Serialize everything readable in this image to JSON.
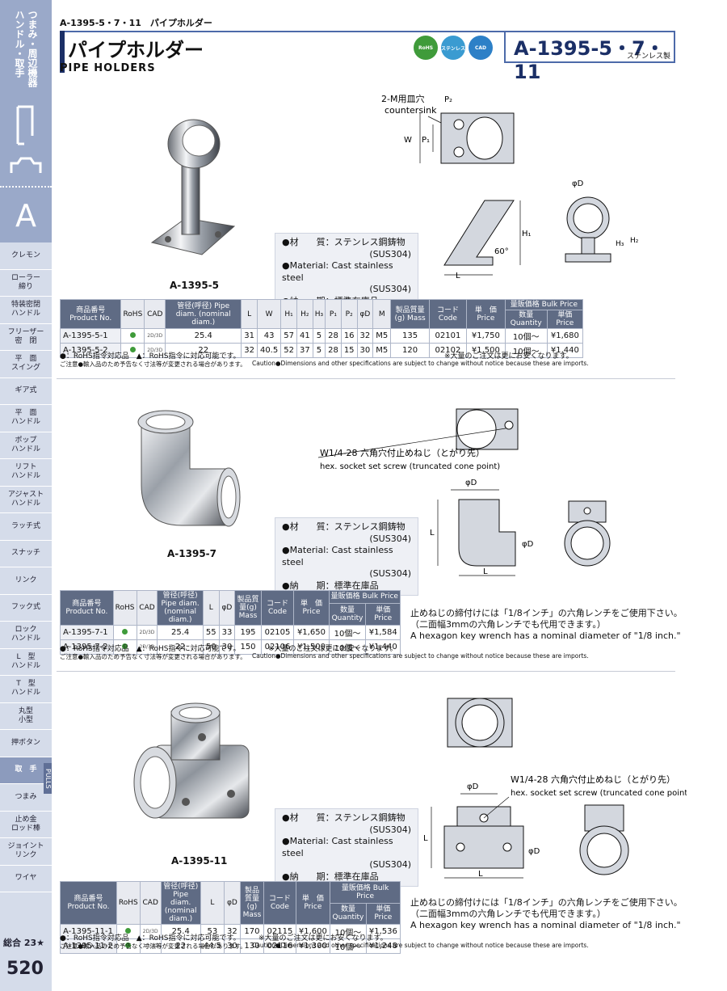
{
  "sidebar": {
    "category_col1": "ハンドル・取手",
    "category_col2": "つまみ・周辺機器",
    "alpha": "A",
    "items": [
      "クレモン",
      "ローラー\n締り",
      "特装密閉\nハンドル",
      "フリーザー\n密　閉",
      "平　面\nスイング",
      "ギア式",
      "平　面\nハンドル",
      "ポップ\nハンドル",
      "リフト\nハンドル",
      "アジャスト\nハンドル",
      "ラッチ式",
      "スナッチ",
      "リンク",
      "フック式",
      "ロック\nハンドル",
      "L　型\nハンドル",
      "T　型\nハンドル",
      "丸型\n小型",
      "押ボタン",
      "取　手",
      "つまみ",
      "止め金\nロッド棒",
      "ジョイント\nリンク",
      "ワイヤ"
    ],
    "active_item": "取　手",
    "pulls_label": "PULLS",
    "total": "総合 23★",
    "page": "520"
  },
  "header": {
    "breadcrumb": "A-1395-5・7・11　パイプホルダー",
    "title_jp": "パイプホルダー",
    "title_en": "PIPE HOLDERS",
    "badges": [
      "RoHS",
      "ステンレス",
      "CAD"
    ],
    "model": "A-1395-5・7・11",
    "material_note": "ステンレス製"
  },
  "sections": [
    {
      "photo_label": "A-1395-5",
      "spec": {
        "material_jp": "●材　　質：ステンレス鋼鋳物",
        "material_jp_sub": "(SUS304)",
        "material_en": "●Material: Cast stainless steel",
        "material_en_sub": "(SUS304)",
        "delivery": "●納　　期：標準在庫品"
      },
      "drawing": {
        "countersink_jp": "2-M用皿穴",
        "countersink_en": "countersink",
        "labels": [
          "P₂",
          "W",
          "P₁",
          "φD",
          "H₁",
          "H₂",
          "H₃",
          "L",
          "60°"
        ]
      },
      "table": {
        "headers": [
          "商品番号\nProduct No.",
          "RoHS",
          "CAD",
          "管径(呼径)\nPipe diam. (nominal diam.)",
          "L",
          "W",
          "H₁",
          "H₂",
          "H₃",
          "P₁",
          "P₂",
          "φD",
          "M",
          "製品質量(g)\nMass",
          "コード\nCode",
          "単　価\nPrice",
          "数量 Quantity",
          "単価 Price"
        ],
        "bulk_header": "量販価格 Bulk Price",
        "rows": [
          [
            "A-1395-5-1",
            "",
            "2D/3D",
            "25.4",
            "31",
            "43",
            "57",
            "41",
            "5",
            "28",
            "16",
            "32",
            "M5",
            "135",
            "02101",
            "¥1,750",
            "10個〜",
            "¥1,680"
          ],
          [
            "A-1395-5-2",
            "",
            "2D/3D",
            "22",
            "32",
            "40.5",
            "52",
            "37",
            "5",
            "28",
            "15",
            "30",
            "M5",
            "120",
            "02102",
            "¥1,500",
            "10個〜",
            "¥1,440"
          ]
        ]
      },
      "notes": {
        "legend": "●：RoHS指令対応品　▲：RoHS指令に対応可能です。",
        "bulk_note": "※大量のご注文は更にお安くなります。",
        "caution_jp": "ご注意●輸入品のため予告なく寸法等が変更される場合があります。",
        "caution_en": "Caution●Dimensions and other specifications are subject to change without notice because these are imports."
      }
    },
    {
      "photo_label": "A-1395-7",
      "spec": {
        "material_jp": "●材　　質：ステンレス鋼鋳物",
        "material_jp_sub": "(SUS304)",
        "material_en": "●Material: Cast stainless steel",
        "material_en_sub": "(SUS304)",
        "delivery": "●納　　期：標準在庫品"
      },
      "drawing": {
        "screw_jp": "W1/4-28 六角穴付止めねじ（とがり先）",
        "screw_en": "hex. socket set screw (truncated cone point)",
        "labels": [
          "φD",
          "L",
          "L",
          "φD"
        ]
      },
      "table": {
        "headers": [
          "商品番号\nProduct No.",
          "RoHS",
          "CAD",
          "管径(呼径)\nPipe diam. (nominal diam.)",
          "L",
          "φD",
          "製品質量(g)\nMass",
          "コード\nCode",
          "単　価\nPrice",
          "数量 Quantity",
          "単価 Price"
        ],
        "bulk_header": "量販価格 Bulk Price",
        "rows": [
          [
            "A-1395-7-1",
            "",
            "2D/3D",
            "25.4",
            "55",
            "33",
            "195",
            "02105",
            "¥1,650",
            "10個〜",
            "¥1,584"
          ],
          [
            "A-1395-7-2",
            "",
            "2D/3D",
            "22",
            "50",
            "30",
            "150",
            "02106",
            "¥1,500",
            "10個〜",
            "¥1,440"
          ]
        ]
      },
      "hex_note": {
        "jp1": "止めねじの締付けには「1/8インチ」の六角レンチをご使用下さい。",
        "jp2": "（二面幅3mmの六角レンチでも代用できます。）",
        "en": "A hexagon key wrench has a nominal diameter of \"1/8 inch.\""
      },
      "notes": {
        "legend": "●：RoHS指令対応品　▲：RoHS指令に対応可能です。",
        "bulk_note": "※大量のご注文は更にお安くなります。",
        "caution_jp": "ご注意●輸入品のため予告なく寸法等が変更される場合があります。",
        "caution_en": "Caution●Dimensions and other specifications are subject to change without notice because these are imports."
      }
    },
    {
      "photo_label": "A-1395-11",
      "spec": {
        "material_jp": "●材　　質：ステンレス鋼鋳物",
        "material_jp_sub": "(SUS304)",
        "material_en": "●Material: Cast stainless steel",
        "material_en_sub": "(SUS304)",
        "delivery": "●納　　期：標準在庫品"
      },
      "drawing": {
        "screw_jp": "W1/4-28 六角穴付止めねじ（とがり先）",
        "screw_en": "hex. socket set screw (truncated cone point)",
        "labels": [
          "φD",
          "L",
          "L",
          "φD"
        ]
      },
      "table": {
        "headers": [
          "商品番号\nProduct No.",
          "RoHS",
          "CAD",
          "管径(呼径)\nPipe diam. (nominal diam.)",
          "L",
          "φD",
          "製品質量(g)\nMass",
          "コード\nCode",
          "単　価\nPrice",
          "数量 Quantity",
          "単価 Price"
        ],
        "bulk_header": "量販価格 Bulk Price",
        "rows": [
          [
            "A-1395-11-1",
            "",
            "2D/3D",
            "25.4",
            "53",
            "32",
            "170",
            "02115",
            "¥1,600",
            "10個〜",
            "¥1,536"
          ],
          [
            "A-1395-11-2",
            "",
            "2D/3D",
            "22",
            "44.5",
            "30",
            "130",
            "02116",
            "¥1,300",
            "10個〜",
            "¥1,248"
          ]
        ]
      },
      "hex_note": {
        "jp1": "止めねじの締付けには「1/8インチ」の六角レンチをご使用下さい。",
        "jp2": "（二面幅3mmの六角レンチでも代用できます。）",
        "en": "A hexagon key wrench has a nominal diameter of \"1/8 inch.\""
      },
      "notes": {
        "legend": "●：RoHS指令対応品　▲：RoHS指令に対応可能です。",
        "bulk_note": "※大量のご注文は更にお安くなります。",
        "caution_jp": "ご注意●輸入品のため予告なく寸法等が変更される場合があります。",
        "caution_en": "Caution●Dimensions and other specifications are subject to change without notice because these are imports."
      }
    }
  ]
}
